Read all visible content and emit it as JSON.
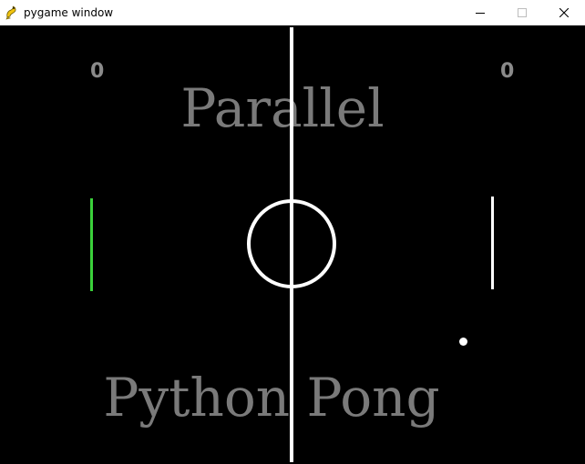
{
  "window": {
    "title": "pygame window",
    "controls": {
      "minimize": "minimize-icon",
      "maximize": "maximize-icon",
      "close": "close-icon"
    }
  },
  "game": {
    "score_left": "0",
    "score_right": "0",
    "title_top": "Parallel",
    "title_bottom": "Python Pong",
    "colors": {
      "background": "#000000",
      "score": "#8a8a8a",
      "title_text": "#7a7a7a",
      "left_paddle": "#3ad13a",
      "right_paddle": "#ffffff",
      "center_line": "#ffffff",
      "ball": "#ffffff"
    }
  }
}
